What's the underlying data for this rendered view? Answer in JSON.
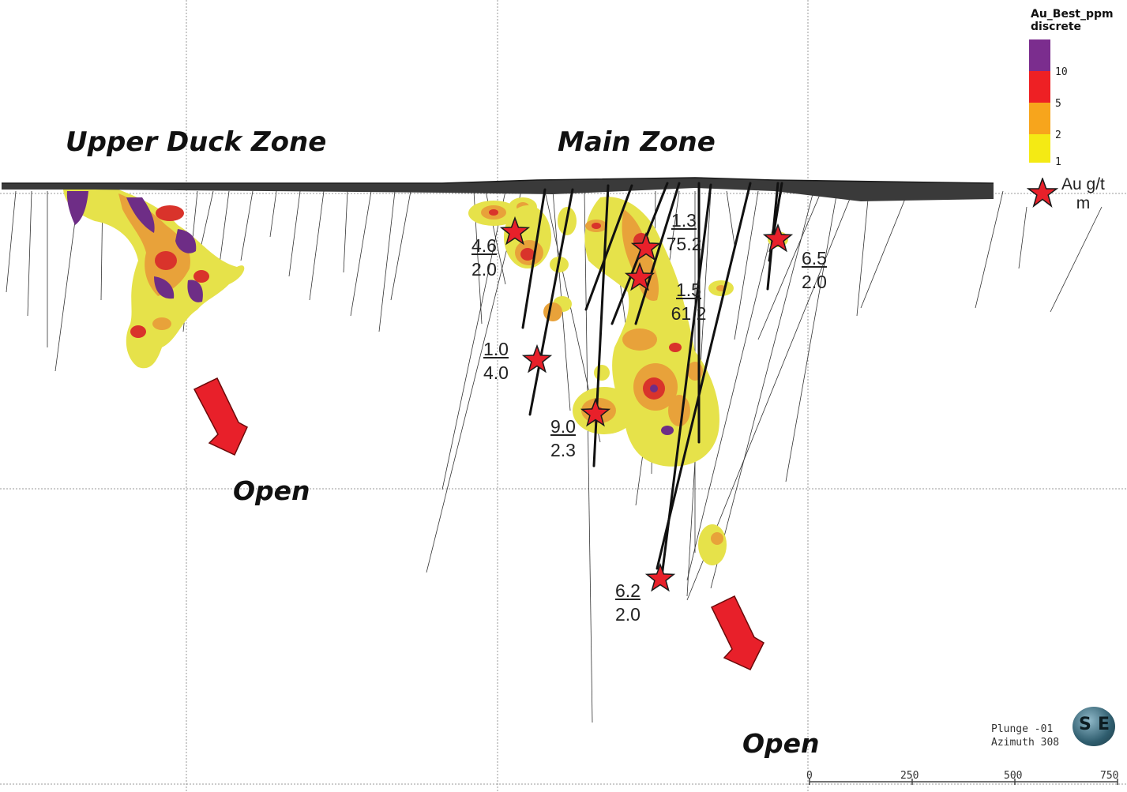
{
  "zones": {
    "upper_duck": "Upper Duck Zone",
    "main": "Main Zone"
  },
  "open_labels": [
    "Open",
    "Open"
  ],
  "intercepts": [
    {
      "grade": "4.6",
      "width": "2.0"
    },
    {
      "grade": "1.0",
      "width": "4.0"
    },
    {
      "grade": "9.0",
      "width": "2.3"
    },
    {
      "grade": "1.3",
      "width": "75.2"
    },
    {
      "grade": "1.5",
      "width": "61.2"
    },
    {
      "grade": "6.5",
      "width": "2.0"
    },
    {
      "grade": "6.2",
      "width": "2.0"
    }
  ],
  "legend": {
    "title_line1": "Au_Best_ppm",
    "title_line2": "discrete",
    "bins": [
      {
        "label": "",
        "color": "#7b2d8e"
      },
      {
        "label": "10",
        "color": "#ee2024"
      },
      {
        "label": "5",
        "color": "#f7a51c"
      },
      {
        "label": "2",
        "color": "#f4ea14"
      }
    ],
    "bottom_label": "1",
    "star_label_line1": "Au g/t",
    "star_label_line2": "m",
    "star_color": "#e8202a"
  },
  "view": {
    "plunge": "Plunge -01",
    "azimuth": "Azimuth 308"
  },
  "scale_bar": {
    "ticks": [
      "0",
      "250",
      "500",
      "750"
    ]
  },
  "logo": {
    "left_letter": "S",
    "right_letter": "E"
  },
  "colors": {
    "surface": "#3a3a3a",
    "arrow": "#e8202a",
    "yellow": "#e6e24a",
    "orange": "#e8a23a",
    "red": "#d9332b",
    "purple": "#6e2d86"
  }
}
